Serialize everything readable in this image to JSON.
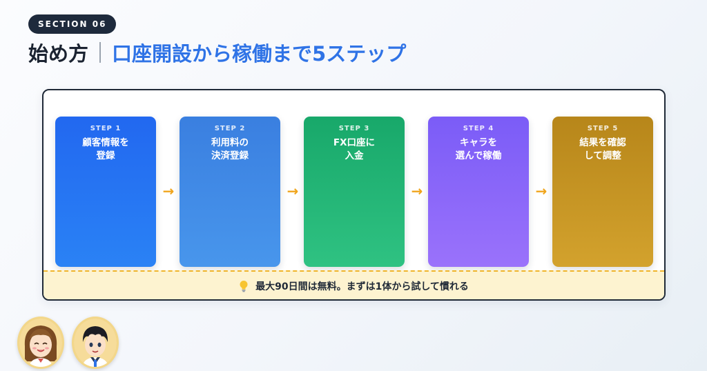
{
  "header": {
    "section_badge": "SECTION 06",
    "title_main": "始め方",
    "title_sub": "口座開設から稼働まで5ステップ"
  },
  "steps": [
    {
      "label": "STEP 1",
      "title": "顧客情報を\n登録"
    },
    {
      "label": "STEP 2",
      "title": "利用料の\n決済登録"
    },
    {
      "label": "STEP 3",
      "title": "FX口座に\n入金"
    },
    {
      "label": "STEP 4",
      "title": "キャラを\n選んで稼働"
    },
    {
      "label": "STEP 5",
      "title": "結果を確認\nして調整"
    }
  ],
  "arrow_glyph": "→",
  "tip": {
    "icon": "lightbulb-icon",
    "text": "最大90日間は無料。まずは1体から試して慣れる"
  },
  "avatars": [
    {
      "icon": "girl-avatar-icon"
    },
    {
      "icon": "boy-avatar-icon"
    }
  ],
  "colors": {
    "accent": "#2f73e6",
    "badge_bg": "#1e2a3c",
    "arrow": "#f0a51c",
    "tip_bg": "#fdf3d0",
    "step1": "#2268f0",
    "step2": "#3a7fe0",
    "step3": "#18a86a",
    "step4": "#7b5cf7",
    "step5": "#b7861a"
  }
}
